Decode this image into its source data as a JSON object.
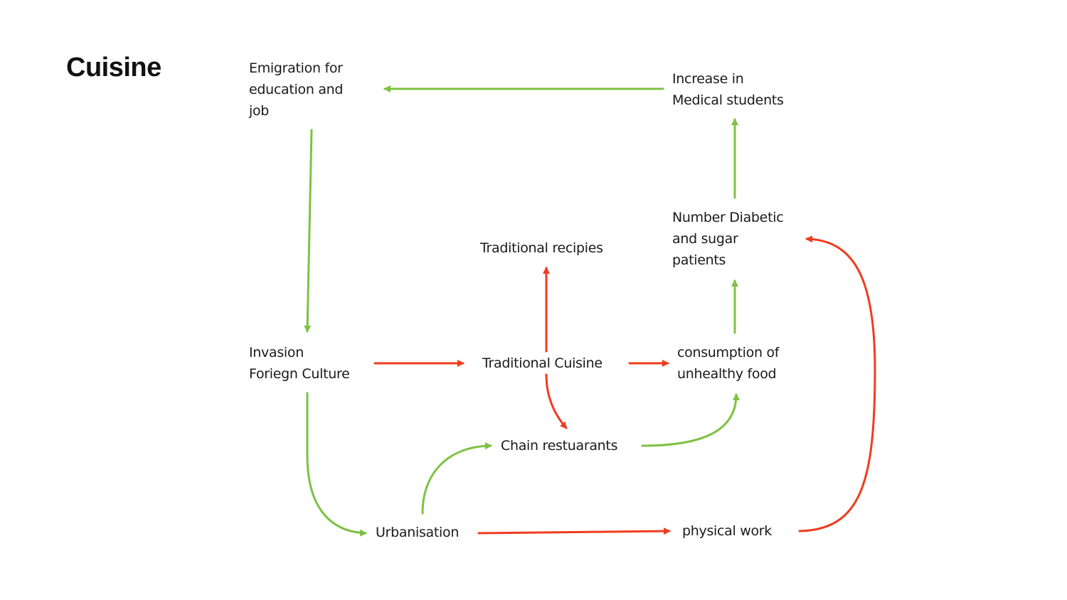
{
  "title": "Cuisine",
  "colors": {
    "positive": "#7dc242",
    "negative": "#f03c1e"
  },
  "nodes": {
    "emigration": "Emigration for\neducation and\njob",
    "medical": "Increase in\nMedical students",
    "diabetic": "Number Diabetic\nand sugar\npatients",
    "recipes": "Traditional recipies",
    "invasion": "Invasion\nForiegn Culture",
    "cuisine": "Traditional Cuisine",
    "consumption": "consumption of\nunhealthy food",
    "chain": "Chain restuarants",
    "urbanisation": "Urbanisation",
    "physical": "physical work"
  },
  "edges": [
    {
      "id": "medical-to-emigration",
      "from": "Increase in Medical students",
      "to": "Emigration for education and job",
      "type": "positive"
    },
    {
      "id": "emigration-to-invasion",
      "from": "Emigration for education and job",
      "to": "Invasion Foriegn Culture",
      "type": "positive"
    },
    {
      "id": "invasion-to-cuisine",
      "from": "Invasion Foriegn Culture",
      "to": "Traditional Cuisine",
      "type": "negative"
    },
    {
      "id": "cuisine-to-recipes",
      "from": "Traditional Cuisine",
      "to": "Traditional recipies",
      "type": "negative"
    },
    {
      "id": "cuisine-to-consumption",
      "from": "Traditional Cuisine",
      "to": "consumption of unhealthy food",
      "type": "negative"
    },
    {
      "id": "cuisine-to-chain",
      "from": "Traditional Cuisine",
      "to": "Chain restuarants",
      "type": "negative"
    },
    {
      "id": "consumption-to-diabetic",
      "from": "consumption of unhealthy food",
      "to": "Number Diabetic and sugar patients",
      "type": "positive"
    },
    {
      "id": "diabetic-to-medical",
      "from": "Number Diabetic and sugar patients",
      "to": "Increase in Medical students",
      "type": "positive"
    },
    {
      "id": "invasion-to-urbanisation",
      "from": "Invasion Foriegn Culture",
      "to": "Urbanisation",
      "type": "positive"
    },
    {
      "id": "urbanisation-to-chain",
      "from": "Urbanisation",
      "to": "Chain restuarants",
      "type": "positive"
    },
    {
      "id": "chain-to-consumption",
      "from": "Chain restuarants",
      "to": "consumption of unhealthy food",
      "type": "positive"
    },
    {
      "id": "urbanisation-to-physical",
      "from": "Urbanisation",
      "to": "physical work",
      "type": "negative"
    },
    {
      "id": "physical-to-diabetic",
      "from": "physical work",
      "to": "Number Diabetic and sugar patients",
      "type": "negative"
    }
  ]
}
